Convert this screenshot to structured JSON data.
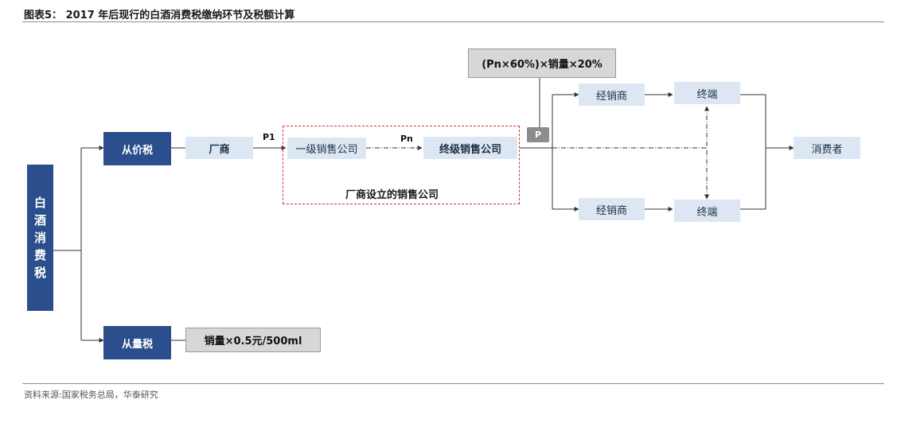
{
  "header": {
    "title": "图表5：  2017 年后现行的白酒消费税缴纳环节及税额计算"
  },
  "diagram": {
    "root": [
      "白",
      "酒",
      "消",
      "费",
      "税"
    ],
    "ad_valorem": "从价税",
    "specific": "从量税",
    "specific_formula": "销量×0.5元/500ml",
    "manufacturer": "厂商",
    "label_p1": "P1",
    "primary_sales": "一级销售公司",
    "label_pn": "Pn",
    "terminal_sales": "终级销售公司",
    "frame_label": "厂商设立的销售公司",
    "label_p": "P",
    "formula_top": "(Pn×60%)×销量×20%",
    "dealer_top": "经销商",
    "dealer_bottom": "经销商",
    "terminal_top": "终端",
    "terminal_bottom": "终端",
    "consumer": "消费者"
  },
  "footer": {
    "source": "资料来源:国家税务总局，华泰研究"
  }
}
